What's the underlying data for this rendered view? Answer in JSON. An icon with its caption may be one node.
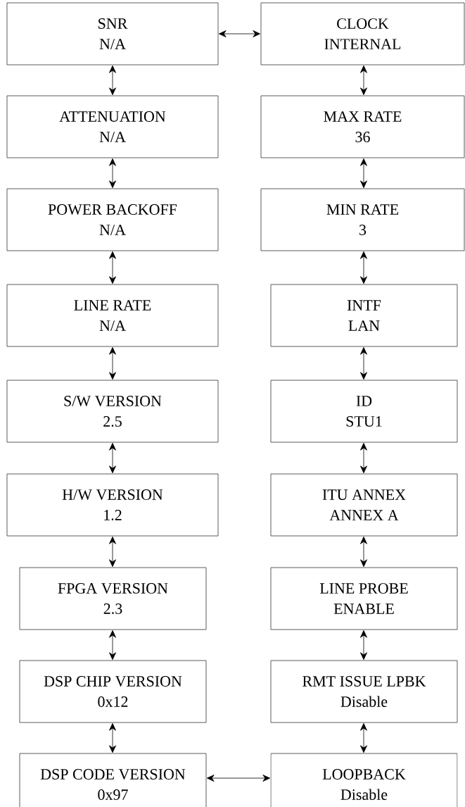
{
  "diagram": {
    "nodes": [
      {
        "text": [
          "SNR",
          "N/A"
        ]
      },
      {
        "text": [
          "ATTENUATION",
          "N/A"
        ]
      },
      {
        "text": [
          "POWER BACKOFF",
          "N/A"
        ]
      },
      {
        "text": [
          "LINE RATE",
          "N/A"
        ]
      },
      {
        "text": [
          "S/W VERSION",
          "2.5"
        ]
      },
      {
        "text": [
          "H/W VERSION",
          "1.2"
        ]
      },
      {
        "text": [
          "FPGA  VERSION",
          "2.3"
        ]
      },
      {
        "text": [
          "DSP CHIP VERSION",
          "0x12"
        ]
      },
      {
        "text": [
          "DSP CODE VERSION",
          "0x97"
        ]
      },
      {
        "text": [
          "CLOCK",
          "INTERNAL"
        ]
      },
      {
        "text": [
          "MAX RATE",
          "36"
        ]
      },
      {
        "text": [
          "MIN RATE",
          "3"
        ]
      },
      {
        "text": [
          "INTF",
          "LAN"
        ]
      },
      {
        "text": [
          "ID",
          "STU1"
        ]
      },
      {
        "text": [
          "ITU ANNEX",
          "ANNEX A"
        ]
      },
      {
        "text": [
          "LINE PROBE",
          "ENABLE"
        ]
      },
      {
        "text": [
          "RMT ISSUE LPBK",
          "Disable"
        ]
      },
      {
        "text": [
          "LOOPBACK",
          "Disable"
        ]
      }
    ],
    "edges": [
      {
        "from": 0,
        "to": 9,
        "arrow": "both"
      },
      {
        "from": 0,
        "to": 1,
        "arrow": "both"
      },
      {
        "from": 1,
        "to": 2,
        "arrow": "both"
      },
      {
        "from": 2,
        "to": 3,
        "arrow": "both"
      },
      {
        "from": 3,
        "to": 4,
        "arrow": "both"
      },
      {
        "from": 4,
        "to": 5,
        "arrow": "both"
      },
      {
        "from": 5,
        "to": 6,
        "arrow": "both"
      },
      {
        "from": 6,
        "to": 7,
        "arrow": "both"
      },
      {
        "from": 7,
        "to": 8,
        "arrow": "both"
      },
      {
        "from": 9,
        "to": 10,
        "arrow": "both"
      },
      {
        "from": 10,
        "to": 11,
        "arrow": "both"
      },
      {
        "from": 11,
        "to": 12,
        "arrow": "both"
      },
      {
        "from": 12,
        "to": 13,
        "arrow": "both"
      },
      {
        "from": 13,
        "to": 14,
        "arrow": "both"
      },
      {
        "from": 14,
        "to": 15,
        "arrow": "both"
      },
      {
        "from": 15,
        "to": 16,
        "arrow": "both"
      },
      {
        "from": 16,
        "to": 17,
        "arrow": "both"
      },
      {
        "from": 8,
        "to": 17,
        "arrow": "both"
      }
    ]
  }
}
